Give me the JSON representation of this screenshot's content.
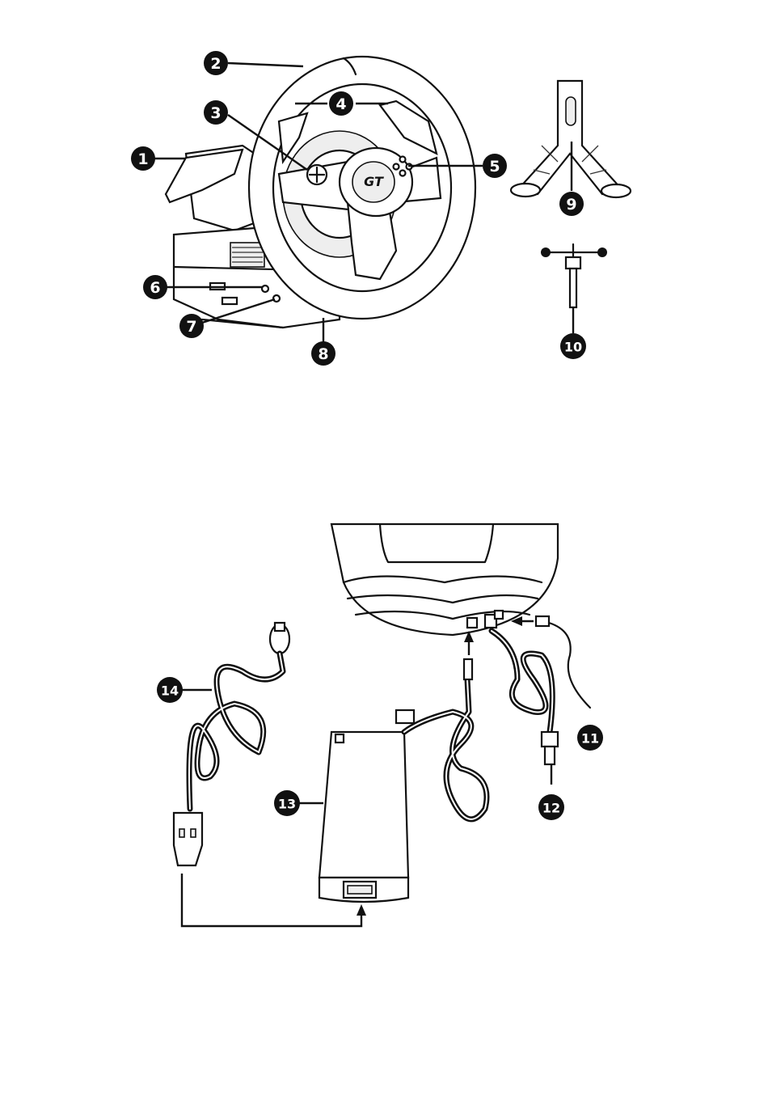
{
  "callouts": [
    {
      "id": "callout-1",
      "label": "1"
    },
    {
      "id": "callout-2",
      "label": "2"
    },
    {
      "id": "callout-3",
      "label": "3"
    },
    {
      "id": "callout-4",
      "label": "4"
    },
    {
      "id": "callout-5",
      "label": "5"
    },
    {
      "id": "callout-6",
      "label": "6"
    },
    {
      "id": "callout-7",
      "label": "7"
    },
    {
      "id": "callout-8",
      "label": "8"
    },
    {
      "id": "callout-9",
      "label": "9"
    },
    {
      "id": "callout-10",
      "label": "10"
    },
    {
      "id": "callout-11",
      "label": "11"
    },
    {
      "id": "callout-12",
      "label": "12"
    },
    {
      "id": "callout-13",
      "label": "13"
    },
    {
      "id": "callout-14",
      "label": "14"
    }
  ],
  "colors": {
    "ink": "#111111",
    "paper": "#ffffff"
  }
}
